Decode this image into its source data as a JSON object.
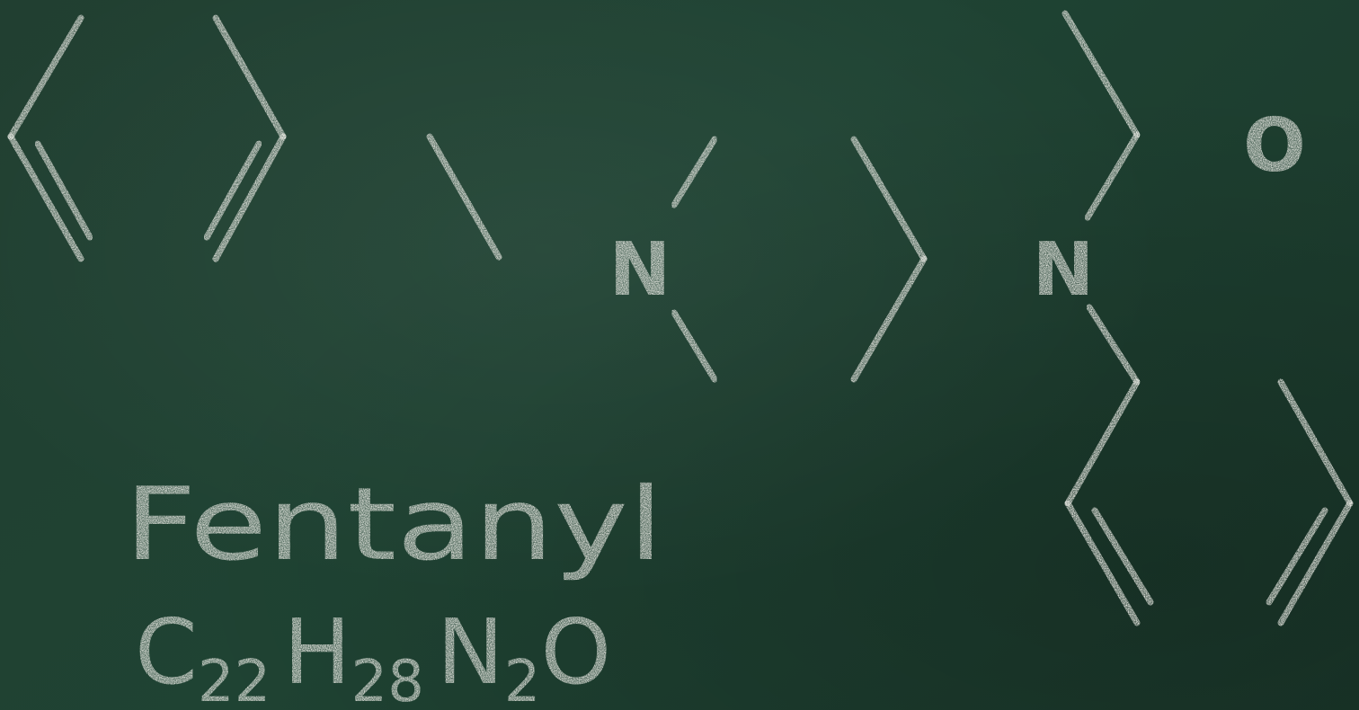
{
  "molecule": {
    "name": "Fentanyl",
    "formula": {
      "parts": [
        {
          "symbol": "C",
          "count": "22"
        },
        {
          "symbol": "H",
          "count": "28"
        },
        {
          "symbol": "N",
          "count": "2"
        },
        {
          "symbol": "O",
          "count": ""
        }
      ]
    },
    "atom_labels": {
      "piperidine_nitrogen": "N",
      "amide_nitrogen": "N",
      "carbonyl_oxygen": "O"
    }
  },
  "colors": {
    "board": "#1f4333",
    "chalk": "#ecece6"
  }
}
